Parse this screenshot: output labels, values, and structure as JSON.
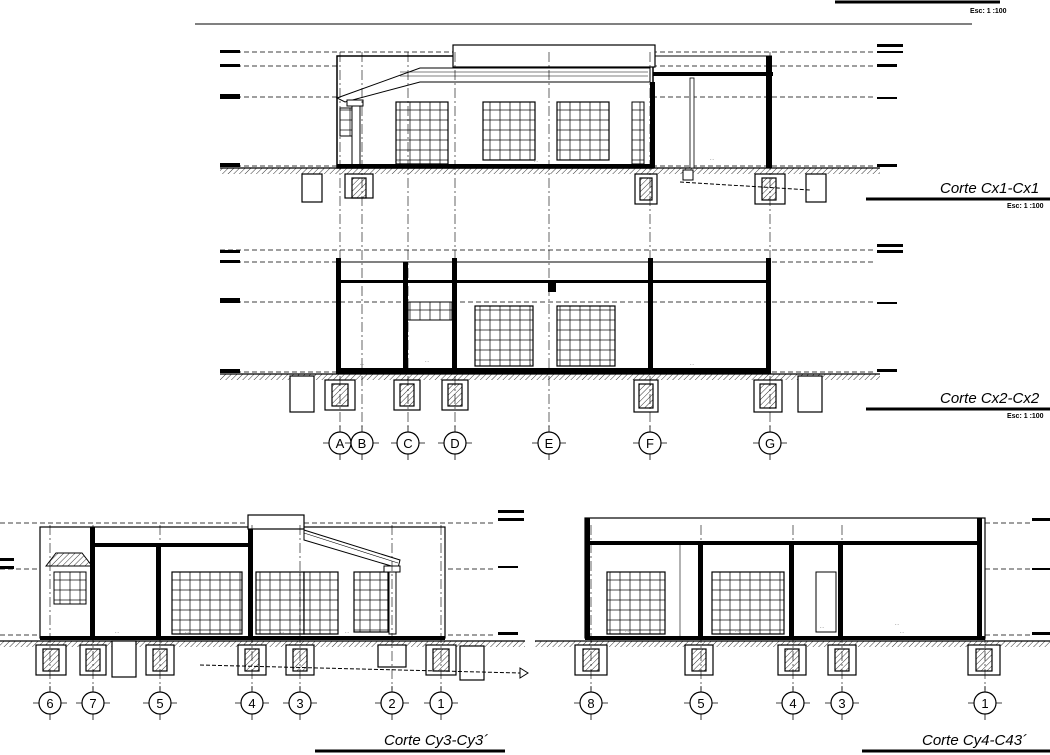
{
  "header": {
    "scale": "Esc: 1 :100"
  },
  "sections": [
    {
      "id": "cx1",
      "title": "Corte Cx1-Cx1",
      "scale": "Esc: 1 :100"
    },
    {
      "id": "cx2",
      "title": "Corte Cx2-Cx2",
      "scale": "Esc: 1 :100"
    },
    {
      "id": "cy3",
      "title": "Corte Cy3-Cy3´"
    },
    {
      "id": "cy4",
      "title": "Corte Cy4-C43´"
    }
  ],
  "axes_x": [
    "A",
    "B",
    "C",
    "D",
    "E",
    "F",
    "G"
  ],
  "axes_cy3": [
    "6",
    "7",
    "5",
    "4",
    "3",
    "2",
    "1"
  ],
  "axes_cy4": [
    "8",
    "5",
    "4",
    "3",
    "1"
  ],
  "colors": {
    "line": "#000000",
    "fill": "#ffffff"
  }
}
